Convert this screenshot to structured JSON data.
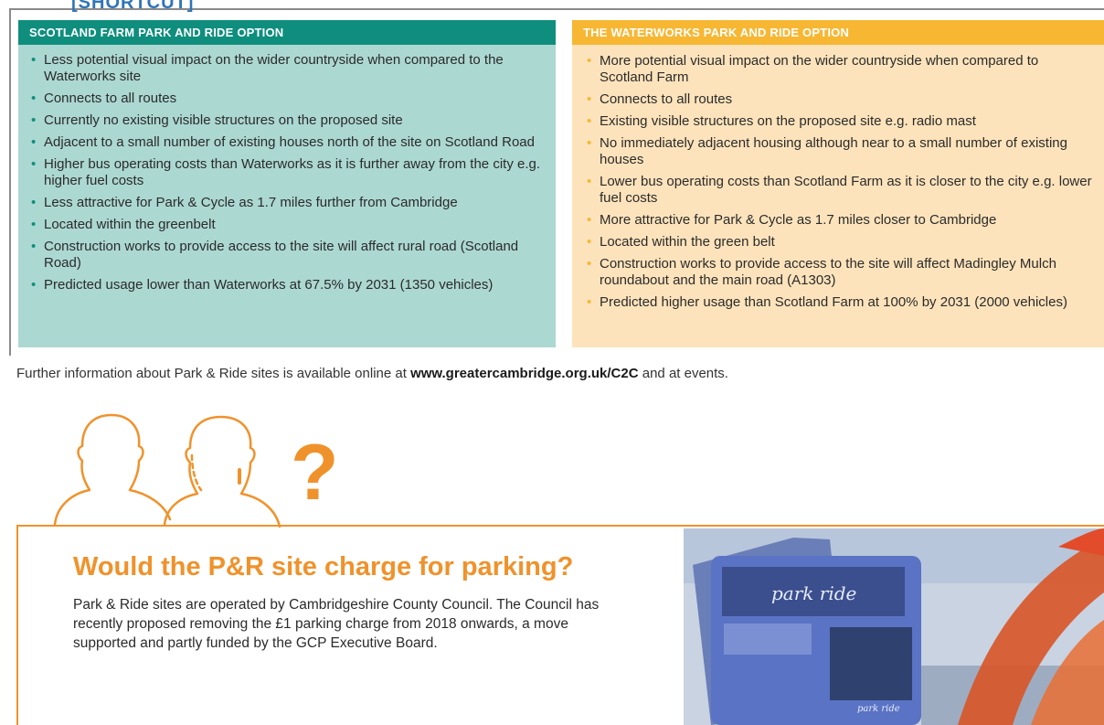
{
  "header": {
    "cut_title": "[SHORTCUT]"
  },
  "scotland": {
    "heading": "SCOTLAND FARM PARK AND RIDE OPTION",
    "items": [
      "Less potential visual impact on the wider countryside when compared to the Waterworks site",
      "Connects to all routes",
      "Currently no existing visible structures on the proposed site",
      "Adjacent to a small number of existing houses north of the site on Scotland Road",
      "Higher bus operating costs than Waterworks as it is further away from the city e.g. higher fuel costs",
      "Less attractive for Park & Cycle as 1.7 miles further from Cambridge",
      "Located within the greenbelt",
      "Construction works to provide access to the site will affect rural road (Scotland Road)",
      "Predicted usage lower than Waterworks at 67.5% by 2031 (1350 vehicles)"
    ]
  },
  "waterworks": {
    "heading": "THE WATERWORKS PARK AND RIDE OPTION",
    "items": [
      "More potential visual impact on the wider countryside when compared to Scotland Farm",
      "Connects to all routes",
      "Existing visible structures on the proposed site e.g. radio mast",
      "No immediately adjacent housing although near to a small number of existing houses",
      "Lower bus operating costs than Scotland Farm as it is closer to the city e.g. lower fuel costs",
      "More attractive for Park & Cycle as 1.7 miles closer to Cambridge",
      "Located within the green belt",
      "Construction works to provide access to the site will affect Madingley Mulch roundabout and the main road (A1303)",
      "Predicted higher usage than Scotland Farm at 100% by 2031 (2000 vehicles)"
    ]
  },
  "further": {
    "prefix": "Further information about Park & Ride sites is available online at ",
    "link": "www.greatercambridge.org.uk/C2C",
    "suffix": " and at events."
  },
  "faq": {
    "question_mark": "?",
    "title": "Would the P&R site charge for parking?",
    "body": "Park & Ride sites are operated by Cambridgeshire County Council. The Council has recently proposed removing the £1 parking charge from 2018 onwards, a move supported and partly funded by the GCP Executive Board."
  },
  "photo": {
    "bus_label": "park ride",
    "bus_label_small": "park ride"
  },
  "colors": {
    "teal": "#0f8e7e",
    "teal_light": "#acd8d2",
    "amber": "#f7b733",
    "amber_light": "#fde3bb",
    "orange": "#f0922b"
  }
}
